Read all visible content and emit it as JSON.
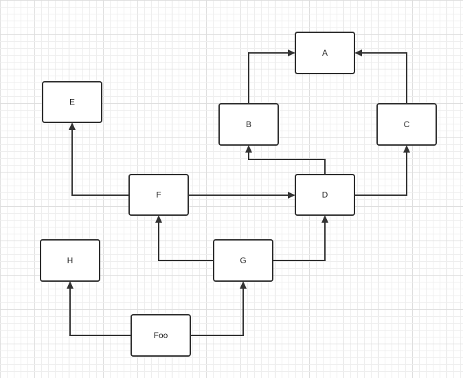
{
  "canvas": {
    "background": "#ffffff",
    "grid_color": "#e6e6e6",
    "node_stroke": "#2f2f2f",
    "edge_color": "#333333"
  },
  "nodes": [
    {
      "id": "A",
      "label": "A"
    },
    {
      "id": "B",
      "label": "B"
    },
    {
      "id": "C",
      "label": "C"
    },
    {
      "id": "D",
      "label": "D"
    },
    {
      "id": "E",
      "label": "E"
    },
    {
      "id": "F",
      "label": "F"
    },
    {
      "id": "G",
      "label": "G"
    },
    {
      "id": "H",
      "label": "H"
    },
    {
      "id": "Foo",
      "label": "Foo"
    }
  ],
  "edges": [
    {
      "from": "B",
      "to": "A"
    },
    {
      "from": "C",
      "to": "A"
    },
    {
      "from": "D",
      "to": "B"
    },
    {
      "from": "D",
      "to": "C"
    },
    {
      "from": "F",
      "to": "D"
    },
    {
      "from": "F",
      "to": "E"
    },
    {
      "from": "G",
      "to": "F"
    },
    {
      "from": "G",
      "to": "D"
    },
    {
      "from": "Foo",
      "to": "H"
    },
    {
      "from": "Foo",
      "to": "G"
    }
  ]
}
